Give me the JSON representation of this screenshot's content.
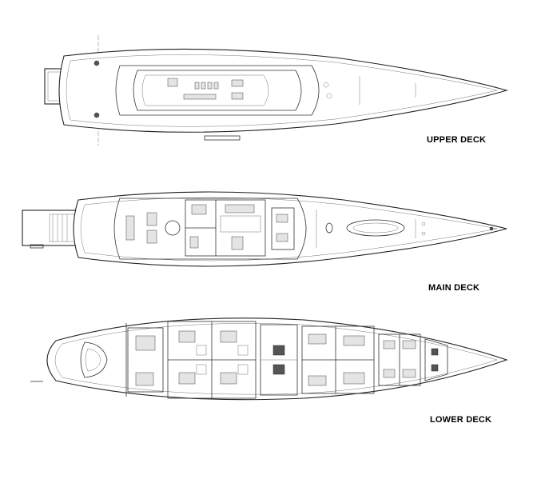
{
  "decks": [
    {
      "id": "upper",
      "label": "UPPER DECK"
    },
    {
      "id": "main",
      "label": "MAIN DECK"
    },
    {
      "id": "lower",
      "label": "LOWER DECK"
    }
  ]
}
